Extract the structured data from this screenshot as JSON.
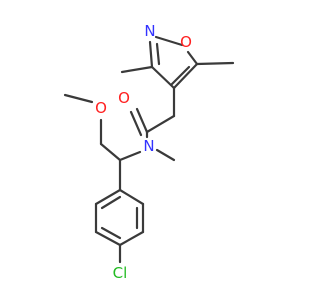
{
  "molecule": {
    "atoms": {
      "n_isoxazole": {
        "symbol": "N",
        "color": "#3333ff"
      },
      "o_isoxazole": {
        "symbol": "O",
        "color": "#ff2020"
      },
      "o_carbonyl": {
        "symbol": "O",
        "color": "#ff2020"
      },
      "n_amide": {
        "symbol": "N",
        "color": "#3333ff"
      },
      "o_methoxy": {
        "symbol": "O",
        "color": "#ff2020"
      },
      "cl": {
        "symbol": "Cl",
        "color": "#22bb22"
      }
    },
    "bond_color": "#3a3a3a"
  }
}
